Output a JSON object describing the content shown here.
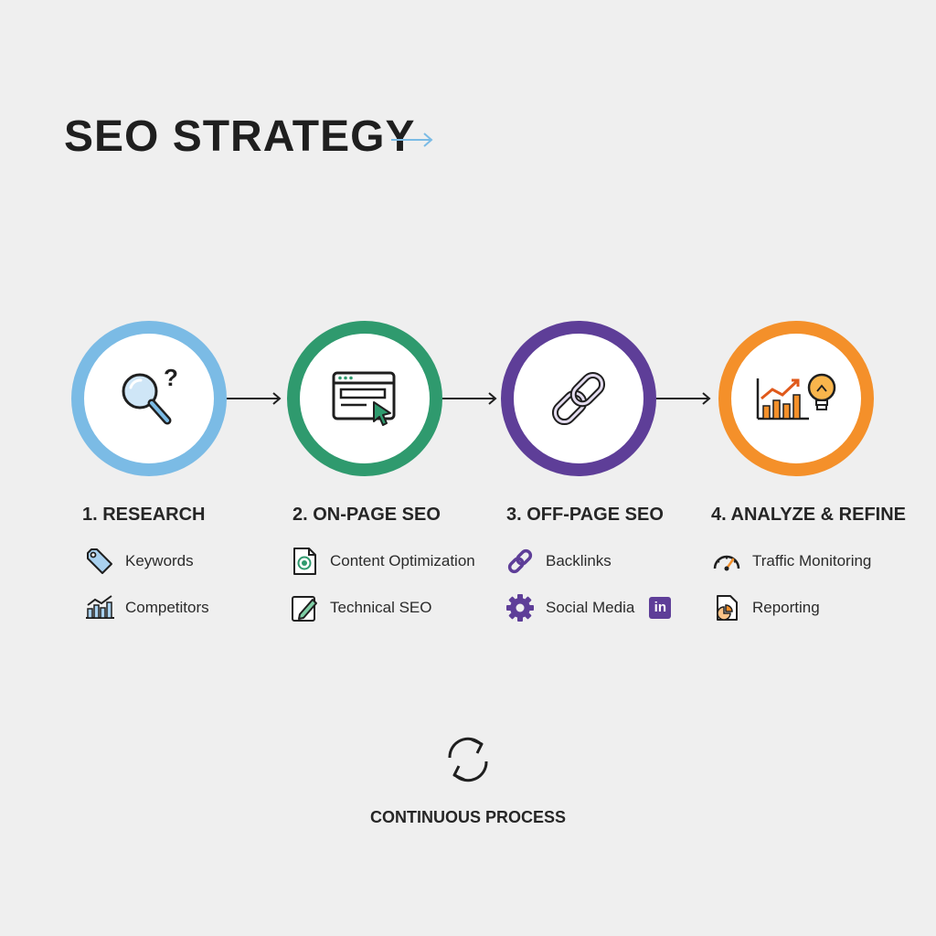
{
  "title": "SEO STRATEGY",
  "colors": {
    "research": "#7bbbe5",
    "onpage": "#2f9a6e",
    "offpage": "#5e3e98",
    "analyze": "#f4902a",
    "text": "#1f1f1f",
    "title_arrow": "#7bbbe5"
  },
  "steps": [
    {
      "title": "1. RESEARCH",
      "icon": "magnifier-question-icon",
      "items": [
        {
          "label": "Keywords",
          "icon": "tag-icon"
        },
        {
          "label": "Competitors",
          "icon": "bar-chart-icon"
        }
      ]
    },
    {
      "title": "2. ON-PAGE SEO",
      "icon": "browser-cursor-icon",
      "items": [
        {
          "label": "Content Optimization",
          "icon": "document-target-icon"
        },
        {
          "label": "Technical SEO",
          "icon": "pencil-edit-icon"
        }
      ]
    },
    {
      "title": "3. OFF-PAGE SEO",
      "icon": "chain-link-icon",
      "items": [
        {
          "label": "Backlinks",
          "icon": "link-icon"
        },
        {
          "label": "Social Media",
          "icon": "gear-icon",
          "badge": "in"
        }
      ]
    },
    {
      "title": "4. ANALYZE & REFINE",
      "icon": "chart-lightbulb-icon",
      "items": [
        {
          "label": "Traffic Monitoring",
          "icon": "speedometer-icon"
        },
        {
          "label": "Reporting",
          "icon": "report-document-icon"
        }
      ]
    }
  ],
  "footer": "CONTINUOUS PROCESS"
}
